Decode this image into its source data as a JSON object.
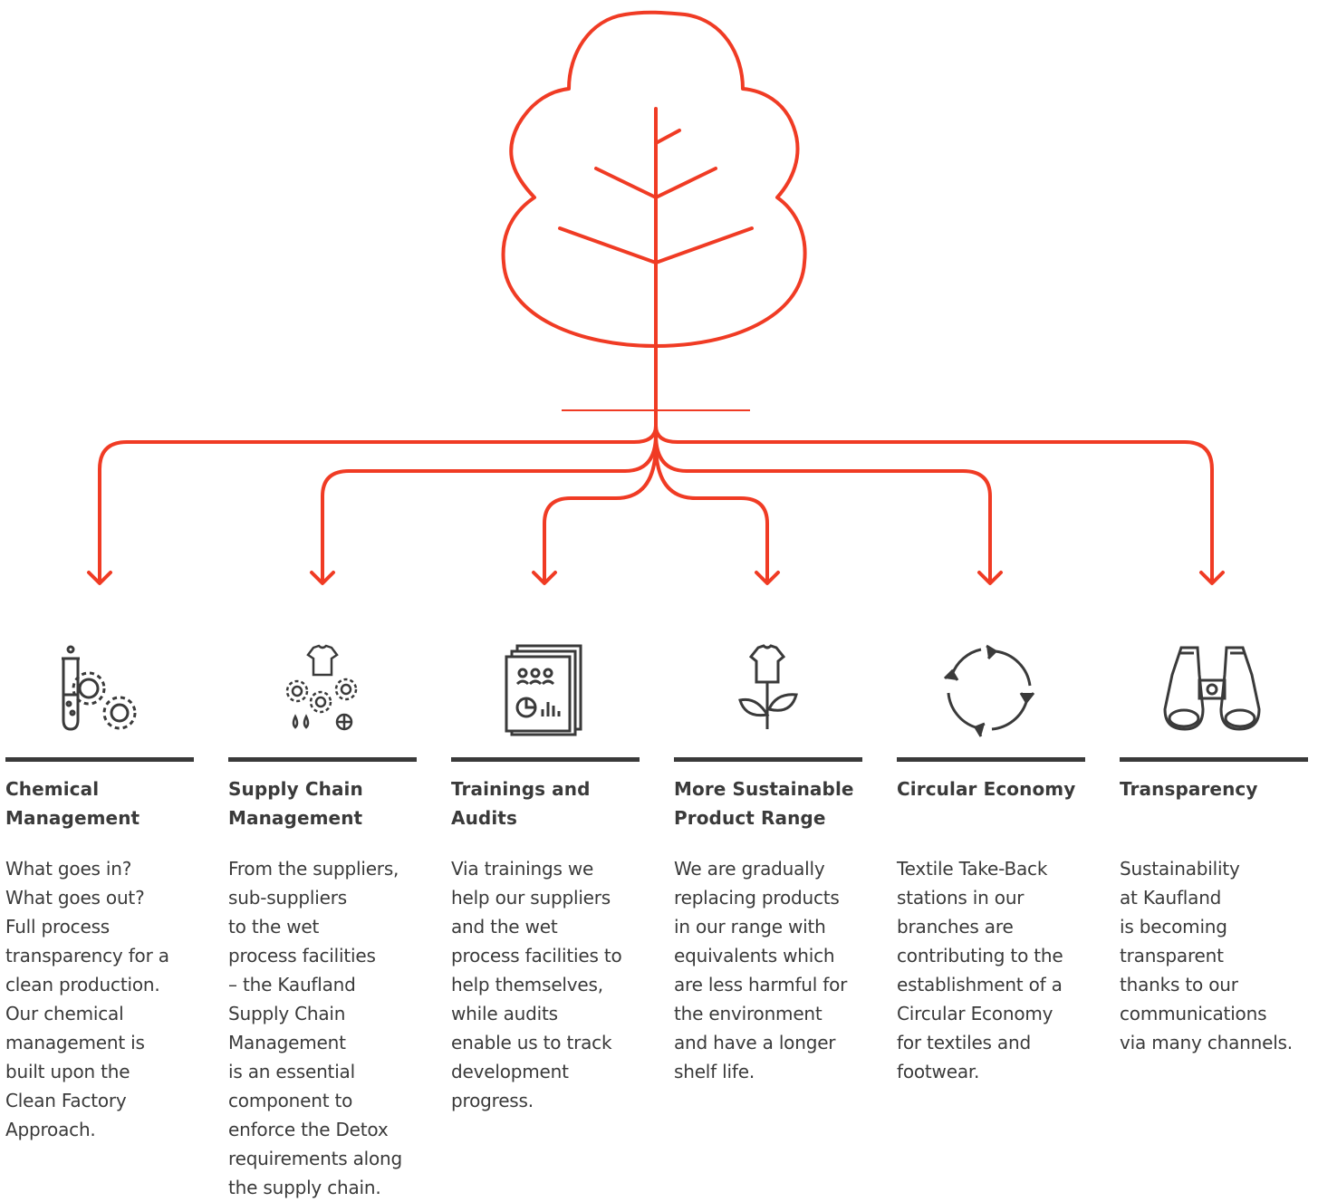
{
  "colors": {
    "accent": "#f03b24",
    "text": "#3a3a3a"
  },
  "columns": [
    {
      "icon": "chemical-gears-icon",
      "title": "Chemical\nManagement",
      "body": "What goes in?\nWhat goes out?\nFull process\ntransparency for a\nclean production.\nOur chemical\nmanagement is\nbuilt upon the\nClean Factory\nApproach."
    },
    {
      "icon": "supply-chain-gears-icon",
      "title": "Supply Chain\nManagement",
      "body": "From the suppliers,\nsub-suppliers\nto the wet\nprocess facilities\n– the Kaufland\nSupply Chain\nManagement\nis an essential\ncomponent to\nenforce the Detox\nrequirements along\nthe supply chain."
    },
    {
      "icon": "training-report-icon",
      "title": "Trainings and\nAudits",
      "body": "Via trainings we\nhelp our suppliers\nand the wet\nprocess facilities to\nhelp themselves,\nwhile audits\nenable us to track\ndevelopment\nprogress."
    },
    {
      "icon": "shirt-plant-icon",
      "title": "More Sustainable\nProduct Range",
      "body": "We are gradually\nreplacing products\nin our range with\nequivalents which\nare less harmful for\nthe environment\nand have a longer\nshelf life."
    },
    {
      "icon": "recycle-circle-icon",
      "title": "Circular Economy",
      "body": "Textile Take-Back\nstations in our\nbranches are\ncontributing to the\nestablishment of a\nCircular Economy\nfor textiles and\nfootwear."
    },
    {
      "icon": "binoculars-icon",
      "title": "Transparency",
      "body": "Sustainability\nat Kaufland\nis becoming\ntransparent\nthanks to our\ncommunications\nvia many channels."
    }
  ]
}
